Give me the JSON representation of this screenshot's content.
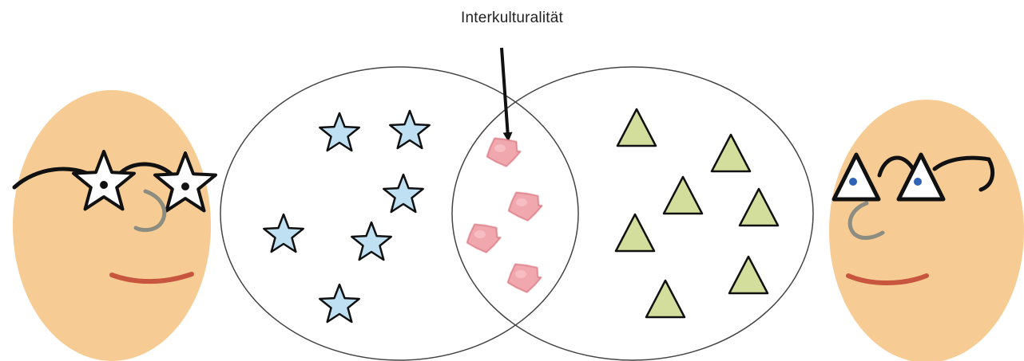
{
  "label": "Interkulturalität",
  "colors": {
    "skin": "#F6CC94",
    "outline": "#111111",
    "mouth": "#C8553E",
    "nose": "#8C8C80",
    "star_fill": "#BFE0F2",
    "triangle_fill": "#D3DE9C",
    "blob_fill": "#F0A7AE",
    "circle_stroke": "#444444",
    "pupil_dark": "#111111",
    "pupil_blue": "#2E63B7"
  },
  "left_person": {
    "glasses_shape": "star"
  },
  "right_person": {
    "glasses_shape": "triangle"
  }
}
